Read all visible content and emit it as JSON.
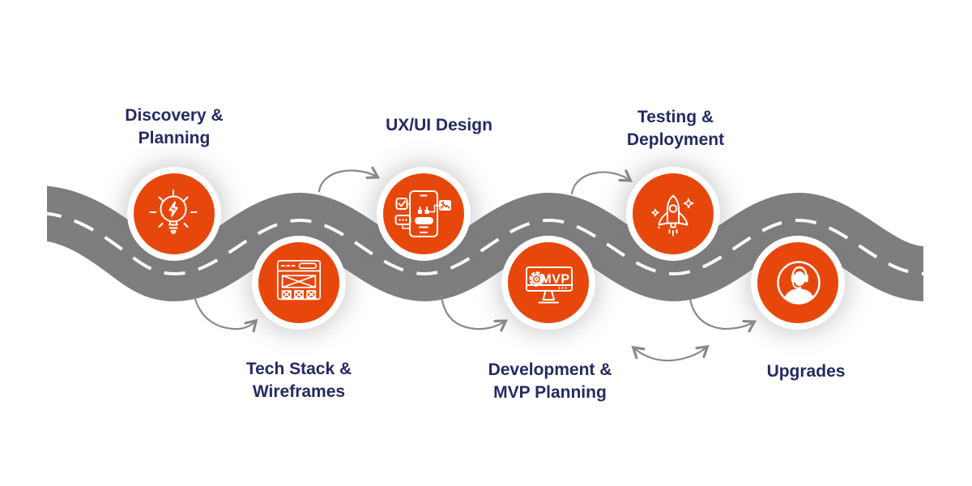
{
  "diagram": {
    "type": "roadmap-process-infographic",
    "stages": [
      {
        "label_line1": "Discovery &",
        "label_line2": "Planning",
        "icon": "lightbulb-idea-icon"
      },
      {
        "label_line1": "Tech Stack &",
        "label_line2": "Wireframes",
        "icon": "wireframe-browser-icon"
      },
      {
        "label_line1": "UX/UI Design",
        "label_line2": "",
        "icon": "mobile-ux-design-icon"
      },
      {
        "label_line1": "Development &",
        "label_line2": "MVP Planning",
        "icon": "mvp-monitor-icon",
        "icon_text": "MVP"
      },
      {
        "label_line1": "Testing &",
        "label_line2": "Deployment",
        "icon": "rocket-launch-icon"
      },
      {
        "label_line1": "Upgrades",
        "label_line2": "",
        "icon": "support-headset-icon"
      }
    ],
    "colors": {
      "stage_circle": "#E8470C",
      "road": "#7E7E80",
      "road_dash": "#FFFFFF",
      "label_text": "#252A63",
      "arrow": "#8A8A8A",
      "background": "#FFFFFF"
    }
  }
}
